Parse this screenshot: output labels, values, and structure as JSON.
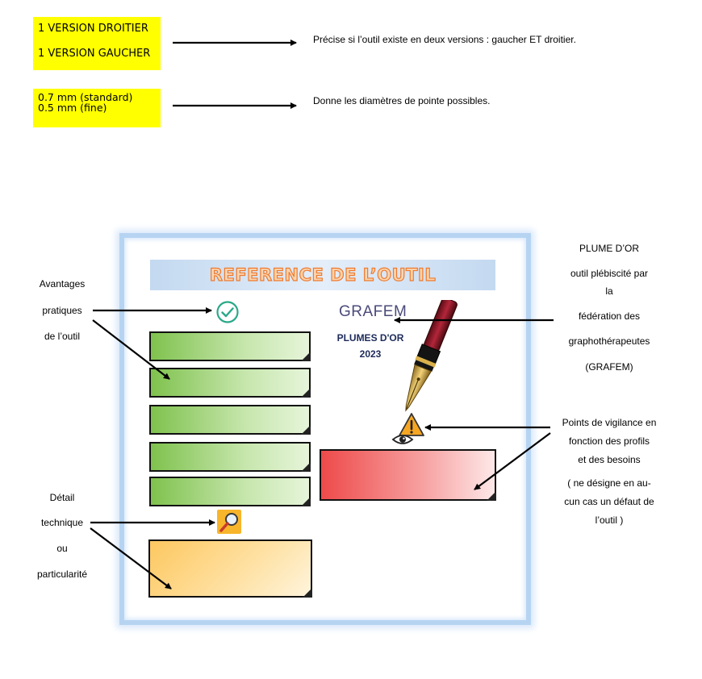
{
  "versions": {
    "line1": "1 VERSION DROITIER",
    "line2": "1 VERSION GAUCHER",
    "note": "Précise si l’outil existe en deux versions : gaucher ET droitier."
  },
  "diameters": {
    "line1": "0.7 mm (standard)",
    "line2": "0.5 mm (fine)",
    "note": "Donne les diamètres de pointe possibles."
  },
  "card": {
    "title": "REFERENCE DE L’OUTIL",
    "logo_text": "GRAFEM",
    "award_line1": "PLUMES D'OR",
    "award_line2": "2023"
  },
  "left_labels": {
    "advantages": [
      "Avantages",
      "pratiques",
      "de l’outil"
    ],
    "details": [
      "Détail",
      "technique",
      "ou",
      "particularité"
    ]
  },
  "right_labels": {
    "plume": [
      "PLUME D’OR",
      "outil plébiscité par",
      "la",
      "fédération des",
      "graphothérapeutes",
      "(GRAFEM)"
    ],
    "vigilance": [
      "Points de vigilance en",
      "fonction des profils",
      "et des besoins"
    ],
    "vigilance_note": [
      "( ne désigne  en au-",
      "cun cas un défaut de",
      "l’outil )"
    ]
  },
  "icons": {
    "check": "check-circle-icon",
    "magnifier": "magnifier-icon",
    "warning": "warning-icon",
    "eye": "eye-icon",
    "pen": "fountain-pen-icon"
  },
  "colors": {
    "highlight": "#ffff00",
    "advantages": "#7fc24e",
    "vigilance": "#ee4a4a",
    "details": "#fdc860",
    "frame": "#b6d4f2",
    "title_orange": "#ee7a2e"
  }
}
